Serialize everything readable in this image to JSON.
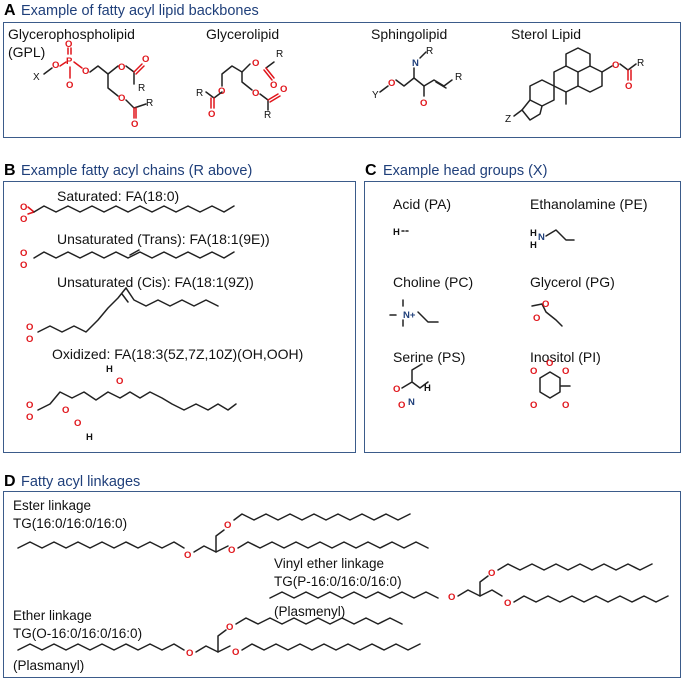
{
  "panel_a": {
    "letter": "A",
    "title": "Example of fatty acyl lipid backbones",
    "gpl_label": "Glycerophospholipid\n(GPL)",
    "glycerolipid_label": "Glycerolipid",
    "sphingolipid_label": "Sphingolipid",
    "sterol_label": "Sterol Lipid"
  },
  "panel_b": {
    "letter": "B",
    "title": "Example fatty acyl chains (R above)",
    "saturated": "Saturated: FA(18:0)",
    "trans": "Unsaturated (Trans): FA(18:1(9E))",
    "cis": "Unsaturated (Cis): FA(18:1(9Z))",
    "oxidized": "Oxidized: FA(18:3(5Z,7Z,10Z)(OH,OOH)"
  },
  "panel_c": {
    "letter": "C",
    "title": "Example head groups (X)",
    "acid": "Acid (PA)",
    "ethanolamine": "Ethanolamine (PE)",
    "choline": "Choline (PC)",
    "glycerol": "Glycerol (PG)",
    "serine": "Serine (PS)",
    "inositol": "Inositol (PI)"
  },
  "panel_d": {
    "letter": "D",
    "title": "Fatty acyl linkages",
    "ester_title": "Ester linkage",
    "ester_tg": "TG(16:0/16:0/16:0)",
    "vinyl_title": "Vinyl ether linkage",
    "vinyl_tg": "TG(P-16:0/16:0/16:0)",
    "vinyl_sub": "(Plasmenyl)",
    "ether_title": "Ether linkage",
    "ether_tg": "TG(O-16:0/16:0/16:0)",
    "ether_sub": "(Plasmanyl)"
  },
  "atoms": {
    "x": "X",
    "y": "Y",
    "z": "Z",
    "r": "R",
    "o": "O",
    "p": "P",
    "n": "N",
    "h": "H",
    "nplus": "N+"
  },
  "colors": {
    "title": "#1f3f7a",
    "border": "#3b5b8a",
    "oxygen": "#e0151b",
    "nitrogen": "#1f3f7a",
    "bond": "#222222"
  }
}
